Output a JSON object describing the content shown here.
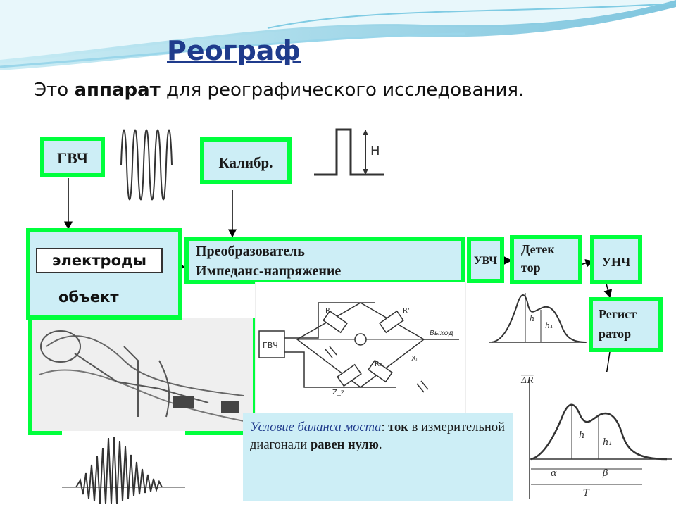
{
  "title": "Реограф",
  "subtitle": {
    "prefix": "Это ",
    "bold": "аппарат",
    "suffix": " для реографического исследования."
  },
  "blocks": {
    "gvch": "ГВЧ",
    "calib": "Калибр.",
    "electrodes": "электроды",
    "object": "объект",
    "converter_line1": "Преобразователь",
    "converter_line2": "Импеданс-напряжение",
    "uvch": "УВЧ",
    "detector_line1": "Детек",
    "detector_line2": "тор",
    "unch": "УНЧ",
    "recorder_line1": "Регист",
    "recorder_line2": "ратор"
  },
  "pulse_label": "H",
  "bridge_labels": {
    "gvch": "ГВЧ",
    "output": "Выход",
    "r1": "R",
    "r2": "R'",
    "r3": "R₃",
    "xl": "Xₗ",
    "zk": "Z_z"
  },
  "balance_note": {
    "underlined": "Условие баланса моста",
    "colon": ": ",
    "bold1": "ток",
    "mid": " в измерительной диагонали ",
    "bold2": "равен нулю",
    "end": "."
  },
  "small_curve_labels": {
    "h": "h",
    "h1": "h₁"
  },
  "large_curve_labels": {
    "axis": "ΔR",
    "h": "h",
    "h1": "h₁",
    "alpha": "α",
    "beta": "β",
    "t": "T"
  },
  "colors": {
    "box_border": "#00ff3c",
    "box_fill": "#cdeef6",
    "title": "#1f3b8c",
    "note_fill": "#cdeef6"
  }
}
